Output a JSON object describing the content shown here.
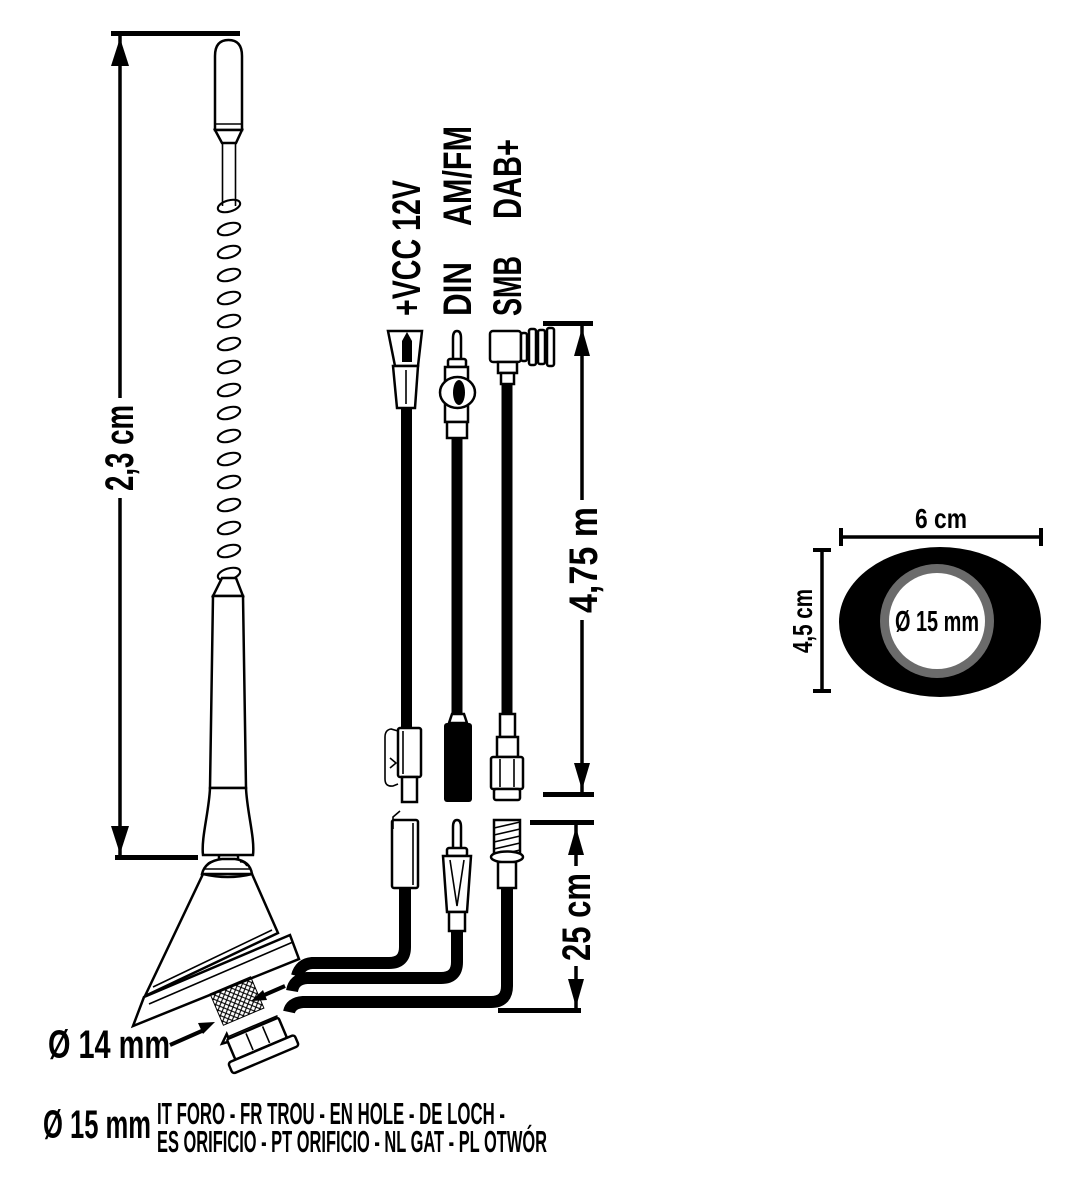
{
  "labels": {
    "mast_height": "2,3 cm",
    "cable_length": "4,75 m",
    "short_cable_length": "25 cm",
    "stud_diameter": "Ø 14 mm",
    "hole_diameter": "Ø 15 mm",
    "cables": {
      "power": {
        "label": "+VCC 12V"
      },
      "din": {
        "connector": "DIN",
        "signal": "AM/FM"
      },
      "smb": {
        "connector": "SMB",
        "signal": "DAB+"
      }
    },
    "hole": {
      "width": "6 cm",
      "height": "4,5 cm",
      "diameter": "Ø 15 mm"
    },
    "legend": {
      "line1": "IT FORO - FR TROU - EN HOLE - DE LOCH -",
      "line2": "ES ORIFICIO - PT ORIFICIO - NL GAT - PL OTWÓR"
    }
  },
  "colors": {
    "ink": "#000000",
    "ring_gray": "#6b6b6b",
    "background": "#ffffff"
  }
}
